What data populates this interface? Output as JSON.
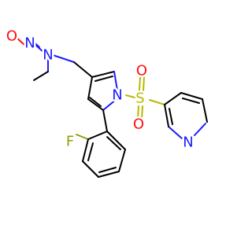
{
  "colors": {
    "background": "#ffffff",
    "carbon_bond": "#000000",
    "nitrogen": "#1c1cff",
    "oxygen": "#ff0d0d",
    "sulfur": "#b8b800",
    "fluorine": "#8fa000"
  },
  "atoms": {
    "o_nitroso": "O",
    "n_nitroso": "N",
    "n_methyl": "N",
    "n_pyrrole": "N",
    "s_sulfonyl": "S",
    "o_sulfonyl_top": "O",
    "o_sulfonyl_bottom": "O",
    "n_pyridine": "N",
    "f_fluorine": "F"
  }
}
